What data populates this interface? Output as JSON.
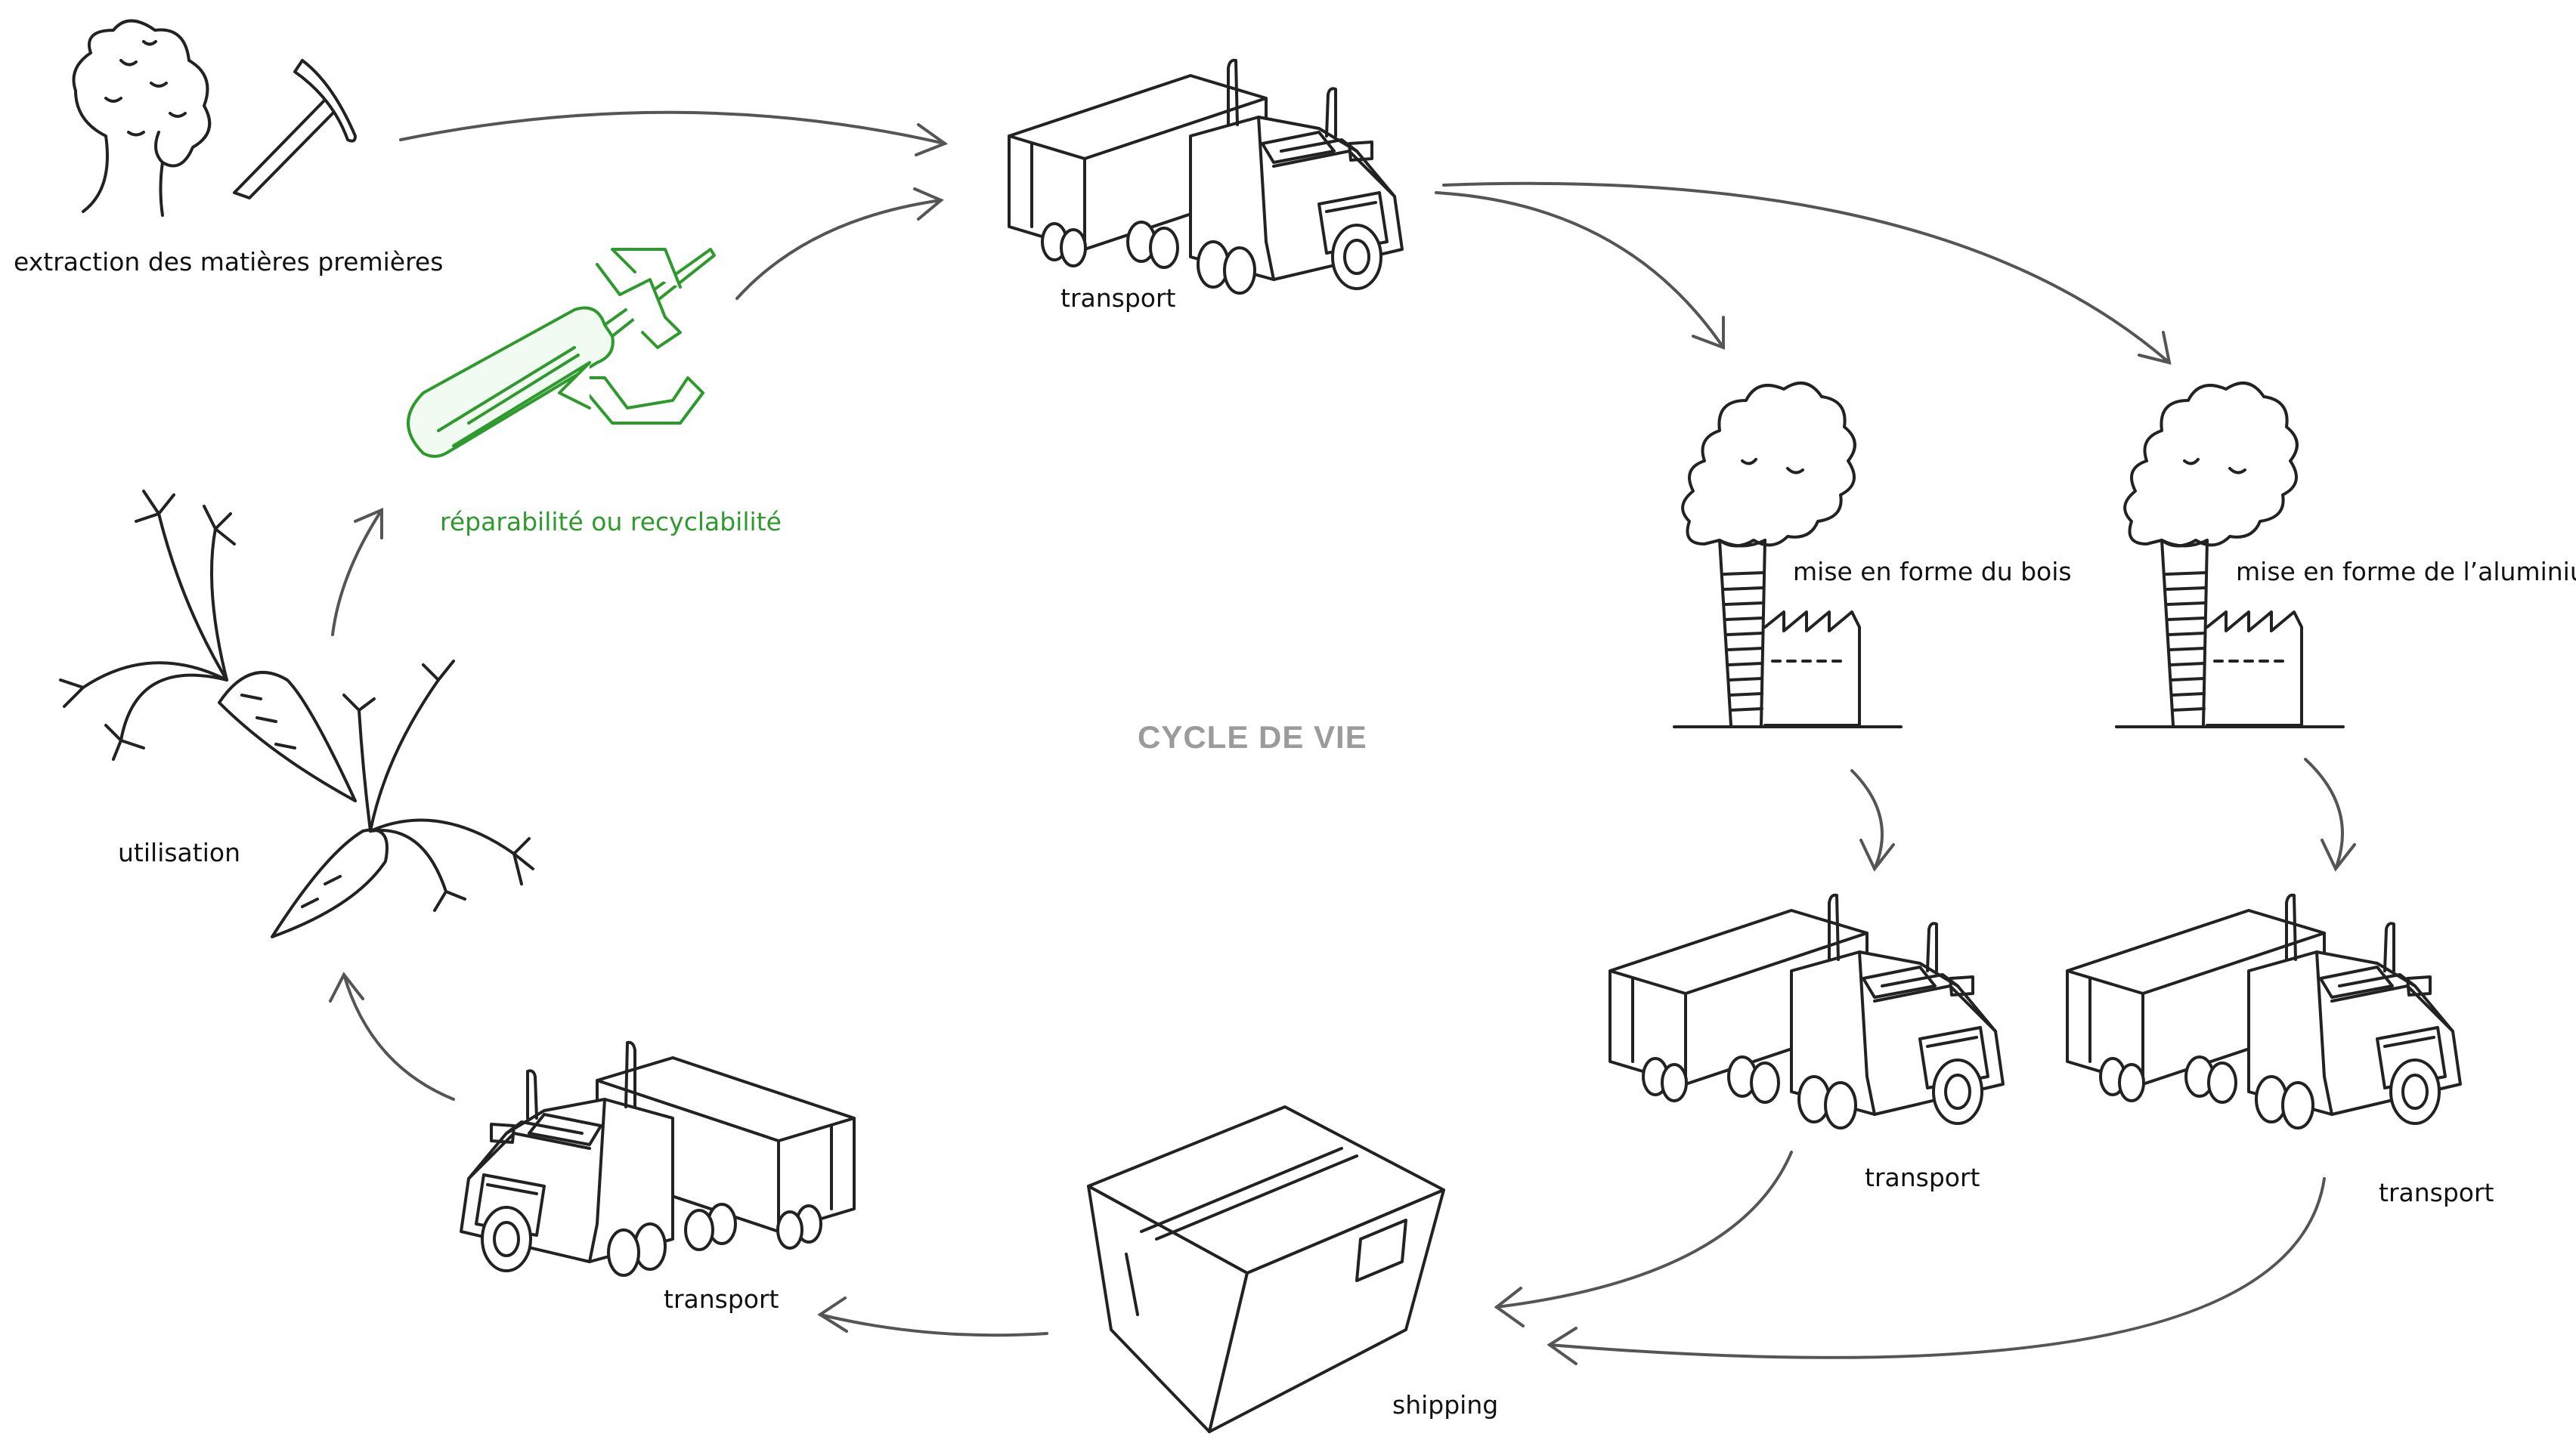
{
  "diagram": {
    "center_title": "CYCLE DE VIE",
    "nodes": {
      "extraction": {
        "label": "extraction des matières premières",
        "icon": "tree-and-pickaxe-icon"
      },
      "transport_top": {
        "label": "transport",
        "icon": "truck-icon"
      },
      "shaping_wood": {
        "label": "mise en forme du bois",
        "icon": "factory-icon"
      },
      "shaping_aluminium": {
        "label": "mise en forme de l’aluminium",
        "icon": "factory-icon"
      },
      "transport_wood": {
        "label": "transport",
        "icon": "truck-icon"
      },
      "transport_aluminium": {
        "label": "transport",
        "icon": "truck-icon"
      },
      "shipping": {
        "label": "shipping",
        "icon": "box-icon"
      },
      "transport_bottom": {
        "label": "transport",
        "icon": "truck-icon"
      },
      "usage": {
        "label": "utilisation",
        "icon": "carrots-icon"
      },
      "repair_recycle": {
        "label": "réparabilité ou recyclabilité",
        "icon": "screwdriver-recycle-icon"
      }
    },
    "colors": {
      "ink": "#222222",
      "accent_green": "#2e9a2e",
      "title_gray": "#9b9b9b",
      "arrow": "#555555"
    }
  }
}
